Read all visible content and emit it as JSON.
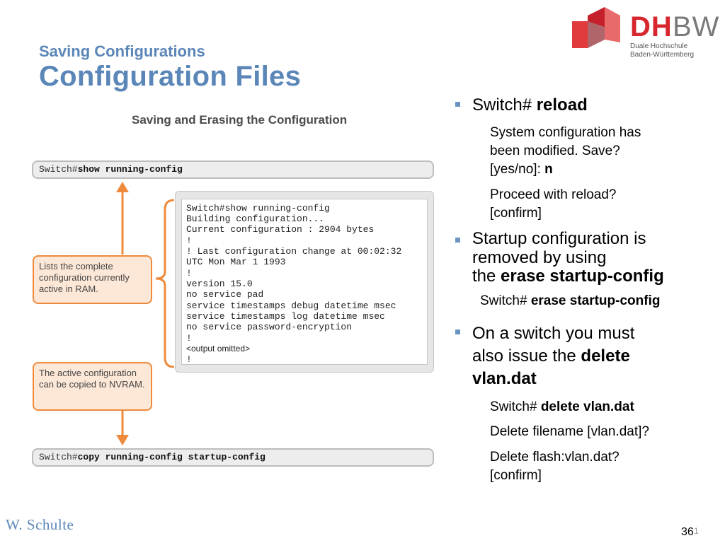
{
  "header": {
    "subtitle": "Saving Configurations",
    "title": "Configuration Files"
  },
  "logo": {
    "dh": "DH",
    "bw": "BW",
    "line1": "Duale Hochschule",
    "line2": "Baden-Württemberg"
  },
  "figure": {
    "title": "Saving and Erasing the Configuration",
    "cmd_top_prompt": "Switch#",
    "cmd_top_command": "show running-config",
    "cmd_bottom_prompt": "Switch#",
    "cmd_bottom_command": "copy running-config startup-config",
    "terminal_lines": [
      "Switch#show running-config",
      "Building configuration...",
      "Current configuration : 2904 bytes",
      "!",
      "! Last configuration change at 00:02:32",
      "UTC Mon Mar 1 1993",
      "!",
      "version 15.0",
      "no service pad",
      "service timestamps debug datetime msec",
      "service timestamps log datetime msec",
      "no service password-encryption",
      "!",
      "<output omitted>",
      "!"
    ],
    "note_top": "Lists the complete configuration currently active in RAM.",
    "note_bottom": "The active configuration can be copied to NVRAM."
  },
  "bullets": {
    "b1_prefix": "Switch# ",
    "b1_cmd": "reload",
    "b1_line1": "System configuration has",
    "b1_line2": "been modified. Save?",
    "b1_line3_prefix": "[yes/no]: ",
    "b1_line3_bold": "n",
    "b1_line4": "Proceed with reload?",
    "b1_line5": "[confirm]",
    "b2_line1": "Startup configuration is",
    "b2_line2": "removed by using",
    "b2_line3_prefix": "the ",
    "b2_line3_bold": "erase startup-config",
    "b2_cmd_prefix": "Switch# ",
    "b2_cmd_bold": "erase startup-config",
    "b3_line1": "On a switch you must",
    "b3_line2_prefix": "also issue the ",
    "b3_line2_bold": "delete",
    "b3_line3_bold": "vlan.dat",
    "b3_cmd_prefix": "Switch# ",
    "b3_cmd_bold": "delete vlan.dat",
    "b3_line4": "Delete filename [vlan.dat]?",
    "b3_line5": "Delete flash:vlan.dat?",
    "b3_line6": "[confirm]"
  },
  "footer": {
    "author": "W.  Schulte",
    "page": "36",
    "page_suffix": "1"
  },
  "colors": {
    "title": "#5b86b8",
    "accent_orange": "#ef8a3c",
    "note_fill": "#fde8d8",
    "logo_red": "#d8262e"
  }
}
